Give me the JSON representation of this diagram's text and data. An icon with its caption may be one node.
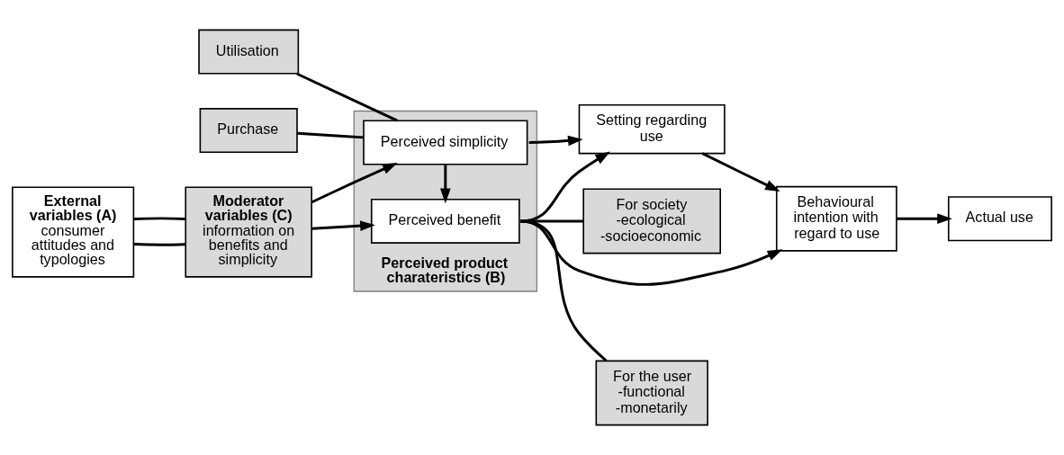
{
  "diagram": {
    "nodes": [
      {
        "text": [
          "Utilisation"
        ]
      },
      {
        "text": [
          "Purchase"
        ]
      },
      {
        "text": [
          "External variables (A)",
          "consumer attitudes and typologies"
        ]
      },
      {
        "text": [
          "Moderator variables (C)",
          "information on benefits and simplicity"
        ]
      },
      {
        "text": [
          "Perceived product charateristics (B)"
        ]
      },
      {
        "text": [
          "Perceived simplicity"
        ],
        "in": 4
      },
      {
        "text": [
          "Perceived benefit"
        ],
        "in": 4
      },
      {
        "text": [
          "Setting regarding use"
        ]
      },
      {
        "text": [
          "Behavioural intention with regard to use"
        ]
      },
      {
        "text": [
          "Actual use"
        ]
      },
      {
        "text": [
          "For the user -functional -monetarily"
        ]
      },
      {
        "text": [
          "For society -ecological -socioeconomic"
        ]
      }
    ],
    "edges": [
      {
        "from": 0,
        "to": 5,
        "arrow": "none"
      },
      {
        "from": 1,
        "to": 5,
        "arrow": "none"
      },
      {
        "from": 2,
        "to": 3,
        "arrow": "none"
      },
      {
        "from": 2,
        "to": 3,
        "arrow": "none"
      },
      {
        "from": 3,
        "to": 5,
        "arrow": "to"
      },
      {
        "from": 3,
        "to": 6,
        "arrow": "to"
      },
      {
        "from": 5,
        "to": 6,
        "arrow": "to"
      },
      {
        "from": 5,
        "to": 7,
        "arrow": "to"
      },
      {
        "from": 6,
        "to": 7,
        "arrow": "to"
      },
      {
        "from": 6,
        "to": 8,
        "arrow": "to"
      },
      {
        "from": 7,
        "to": 8,
        "arrow": "to"
      },
      {
        "from": 8,
        "to": 9,
        "arrow": "to"
      },
      {
        "from": 6,
        "to": 10,
        "arrow": "none"
      },
      {
        "from": 6,
        "to": 11,
        "arrow": "none"
      }
    ]
  }
}
